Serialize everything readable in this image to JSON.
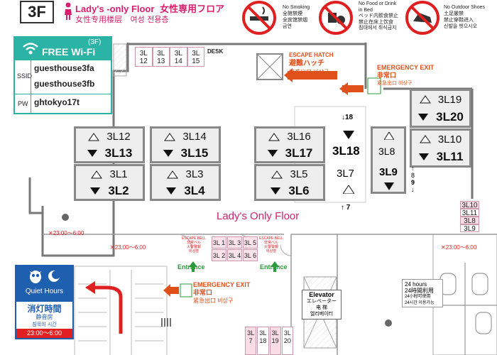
{
  "floor": {
    "label": "3F",
    "title_en": "Lady's -only Floor",
    "title_ja": "女性専用フロア",
    "title_zh": "女性专用楼层",
    "title_ko": "여성 전용층"
  },
  "wifi": {
    "floor_tag": "(3F)",
    "title": "FREE Wi-Fi",
    "ssid_label": "SSID",
    "ssid1": "guesthouse3fa",
    "ssid2": "guesthouse3fb",
    "pw_label": "PW",
    "password": "ghtokyo17t"
  },
  "rules": [
    {
      "name": "no-smoking",
      "lines": [
        "No Smoking",
        "全館禁煙",
        "全宾馆禁烟",
        "금연"
      ]
    },
    {
      "name": "no-food",
      "lines": [
        "No Food or Drink",
        "in Bed",
        "ベッド内飲食禁止",
        "禁止在床上饮食",
        "침대에서 취식금지"
      ]
    },
    {
      "name": "no-shoes",
      "lines": [
        "No Outdoor Shoes",
        "土足厳禁",
        "禁止穿鞋进入",
        "신발을 벗으시오"
      ]
    }
  ],
  "top_beds": [
    "3L 12",
    "3L 13",
    "3L 14",
    "3L 15"
  ],
  "desk": "DESK",
  "escape_hatch": {
    "en": "ESCAPE HATCH",
    "ja": "避難ハッチ",
    "zh": "避难出口",
    "ko": "비상구"
  },
  "emergency_exit_top": {
    "en": "EMERGENCY EXIT",
    "ja": "非常口",
    "zh": "紧急出口",
    "ko": "비상구"
  },
  "bunks": [
    {
      "up": "3L12",
      "down": "3L13"
    },
    {
      "up": "3L14",
      "down": "3L15"
    },
    {
      "up": "3L16",
      "down": "3L17"
    },
    {
      "up": "3L1",
      "down": "3L2"
    },
    {
      "up": "3L3",
      "down": "3L4"
    },
    {
      "up": "3L5",
      "down": "3L6"
    },
    {
      "up": "3L19",
      "down": "3L20"
    },
    {
      "up": "3L10",
      "down": "3L11"
    }
  ],
  "single_beds": {
    "b18": "3L18",
    "b7": "3L7",
    "b8": "3L8",
    "b9": "3L9"
  },
  "arrows": {
    "a18": "↓18",
    "a7": "↑ 7",
    "a8": "8",
    "a9": "9"
  },
  "ladies_floor": "Lady's Only Floor",
  "time_restrict": "23:00～6:00",
  "time_prefix": "✕",
  "escape_bell": {
    "line1": "ESCAPE BELL",
    "line2": "非常ベル",
    "line3": "火警警報",
    "line4": "비상벨"
  },
  "mini_beds": [
    "3L 1",
    "3L 3",
    "3L 5",
    "3L 2",
    "3L 4",
    "3L 6"
  ],
  "entrance": "Entrance",
  "emergency_exit_bottom": {
    "en": "EMERGENCY EXIT",
    "ja": "非常口",
    "zh": "紧急出口",
    "ko": "비상구"
  },
  "elevator": {
    "en": "Elevator",
    "ja": "エレベーター",
    "zh": "电 梯",
    "ko": "엘리베이터"
  },
  "hours": {
    "line1": "24 hours",
    "line2": "24時間利用",
    "line3": "24小时可使用",
    "line4": "24시간 이용가능"
  },
  "right_small": [
    "3L10",
    "3L11",
    "3L8",
    "3L9"
  ],
  "bottom_small": [
    "3L 7",
    "3L 18",
    "3L 19",
    "3L 20"
  ],
  "quiet": {
    "title": "Quiet Hours",
    "ja": "消灯時間",
    "zh": "静音房",
    "ko": "침묵의 시간",
    "time": "23:00～6:00"
  },
  "colors": {
    "pink": "#d6206e",
    "red": "#e02020",
    "orange": "#e0501a",
    "green": "#2a9a3a",
    "wifi_teal": "#2bb3a6",
    "quiet_blue": "#1e5fb0"
  }
}
